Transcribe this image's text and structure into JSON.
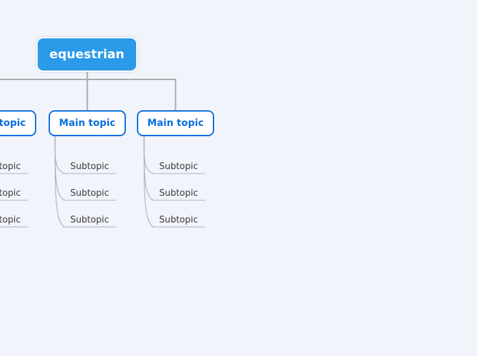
{
  "canvas": {
    "background": "#F2F4FC"
  },
  "mindmap": {
    "root": {
      "label": "equestrian"
    },
    "branches": [
      {
        "label": "Main topic",
        "subtopics": [
          "Subtopic",
          "Subtopic",
          "Subtopic"
        ]
      },
      {
        "label": "Main topic",
        "subtopics": [
          "Subtopic",
          "Subtopic",
          "Subtopic"
        ]
      },
      {
        "label": "Main topic",
        "subtopics": [
          "Subtopic",
          "Subtopic",
          "Subtopic"
        ]
      }
    ]
  },
  "colors": {
    "background": "#F2F4FC",
    "root_fill": "#2B9AE8",
    "root_text": "#FFFFFF",
    "main_topic_accent": "#0B6FDC",
    "main_topic_fill": "#FFFFFF",
    "tree_connector": "#A8A8A8",
    "branch_curve": "#B3B3B8",
    "subtopic_underline": "#C5C6CB",
    "subtopic_text": "#3A3A3A"
  }
}
